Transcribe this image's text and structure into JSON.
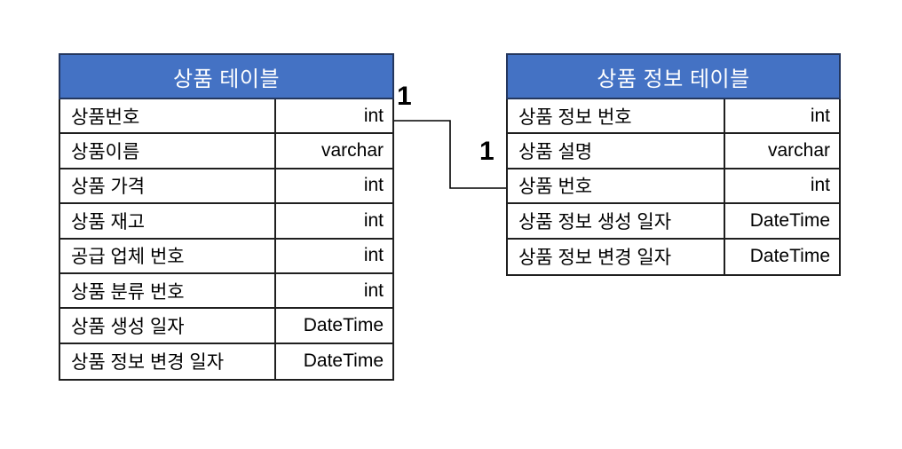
{
  "diagram": {
    "tables": [
      {
        "title": "상품 테이블",
        "rows": [
          {
            "name": "상품번호",
            "type": "int"
          },
          {
            "name": "상품이름",
            "type": "varchar"
          },
          {
            "name": "상품 가격",
            "type": "int"
          },
          {
            "name": "상품 재고",
            "type": "int"
          },
          {
            "name": "공급 업체 번호",
            "type": "int"
          },
          {
            "name": "상품 분류 번호",
            "type": "int"
          },
          {
            "name": "상품 생성 일자",
            "type": "DateTime"
          },
          {
            "name": "상품 정보 변경 일자",
            "type": "DateTime"
          }
        ]
      },
      {
        "title": "상품 정보 테이블",
        "rows": [
          {
            "name": "상품 정보 번호",
            "type": "int"
          },
          {
            "name": "상품 설명",
            "type": "varchar"
          },
          {
            "name": "상품 번호",
            "type": "int"
          },
          {
            "name": "상품 정보 생성 일자",
            "type": "DateTime"
          },
          {
            "name": "상품 정보 변경 일자",
            "type": "DateTime"
          }
        ]
      }
    ],
    "relationship": {
      "from_label": "1",
      "to_label": "1"
    },
    "colors": {
      "header_bg": "#4472C4",
      "header_text": "#FFFFFF",
      "header_border": "#24375E",
      "cell_border": "#1F1F1F",
      "row_bg": "#FFFFFF",
      "text": "#000000",
      "connector": "#000000"
    }
  }
}
